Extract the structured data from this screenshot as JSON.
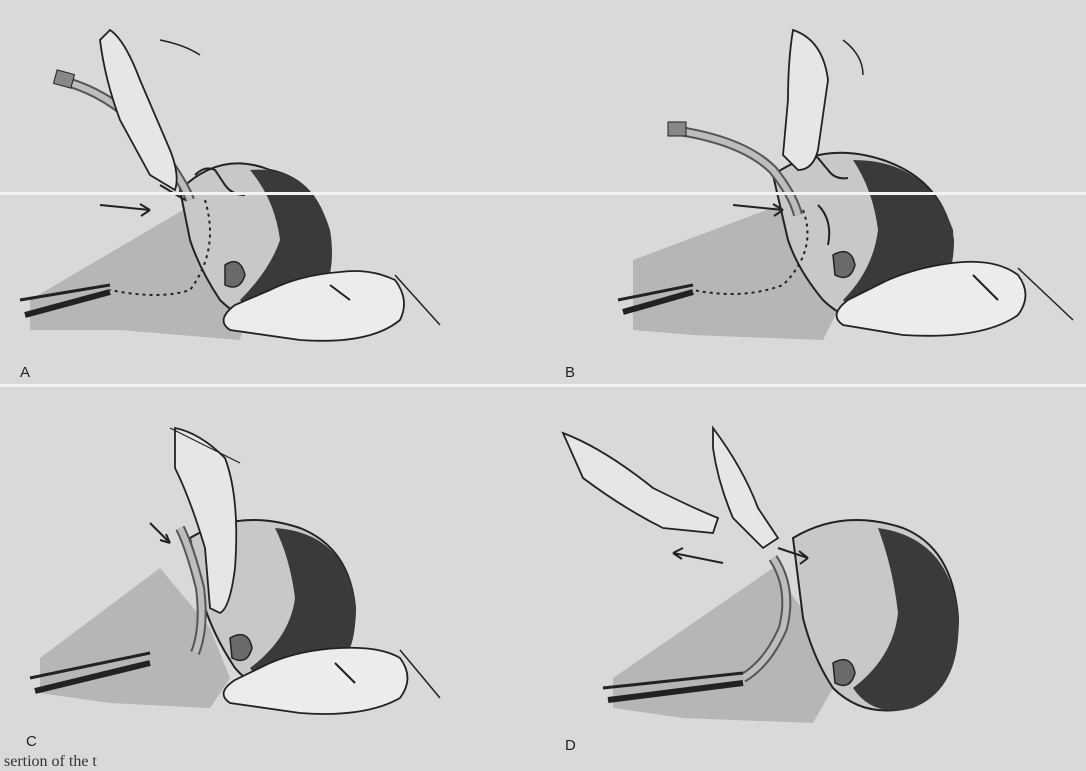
{
  "figure": {
    "panels": [
      {
        "id": "A",
        "label": "A"
      },
      {
        "id": "B",
        "label": "B"
      },
      {
        "id": "C",
        "label": "C"
      },
      {
        "id": "D",
        "label": "D"
      }
    ],
    "caption_fragment": "sertion of the t"
  },
  "colors": {
    "background": "#d9d9d7",
    "ink": "#222222",
    "shading": "#9a9a98",
    "hair": "#3a3a3a"
  }
}
